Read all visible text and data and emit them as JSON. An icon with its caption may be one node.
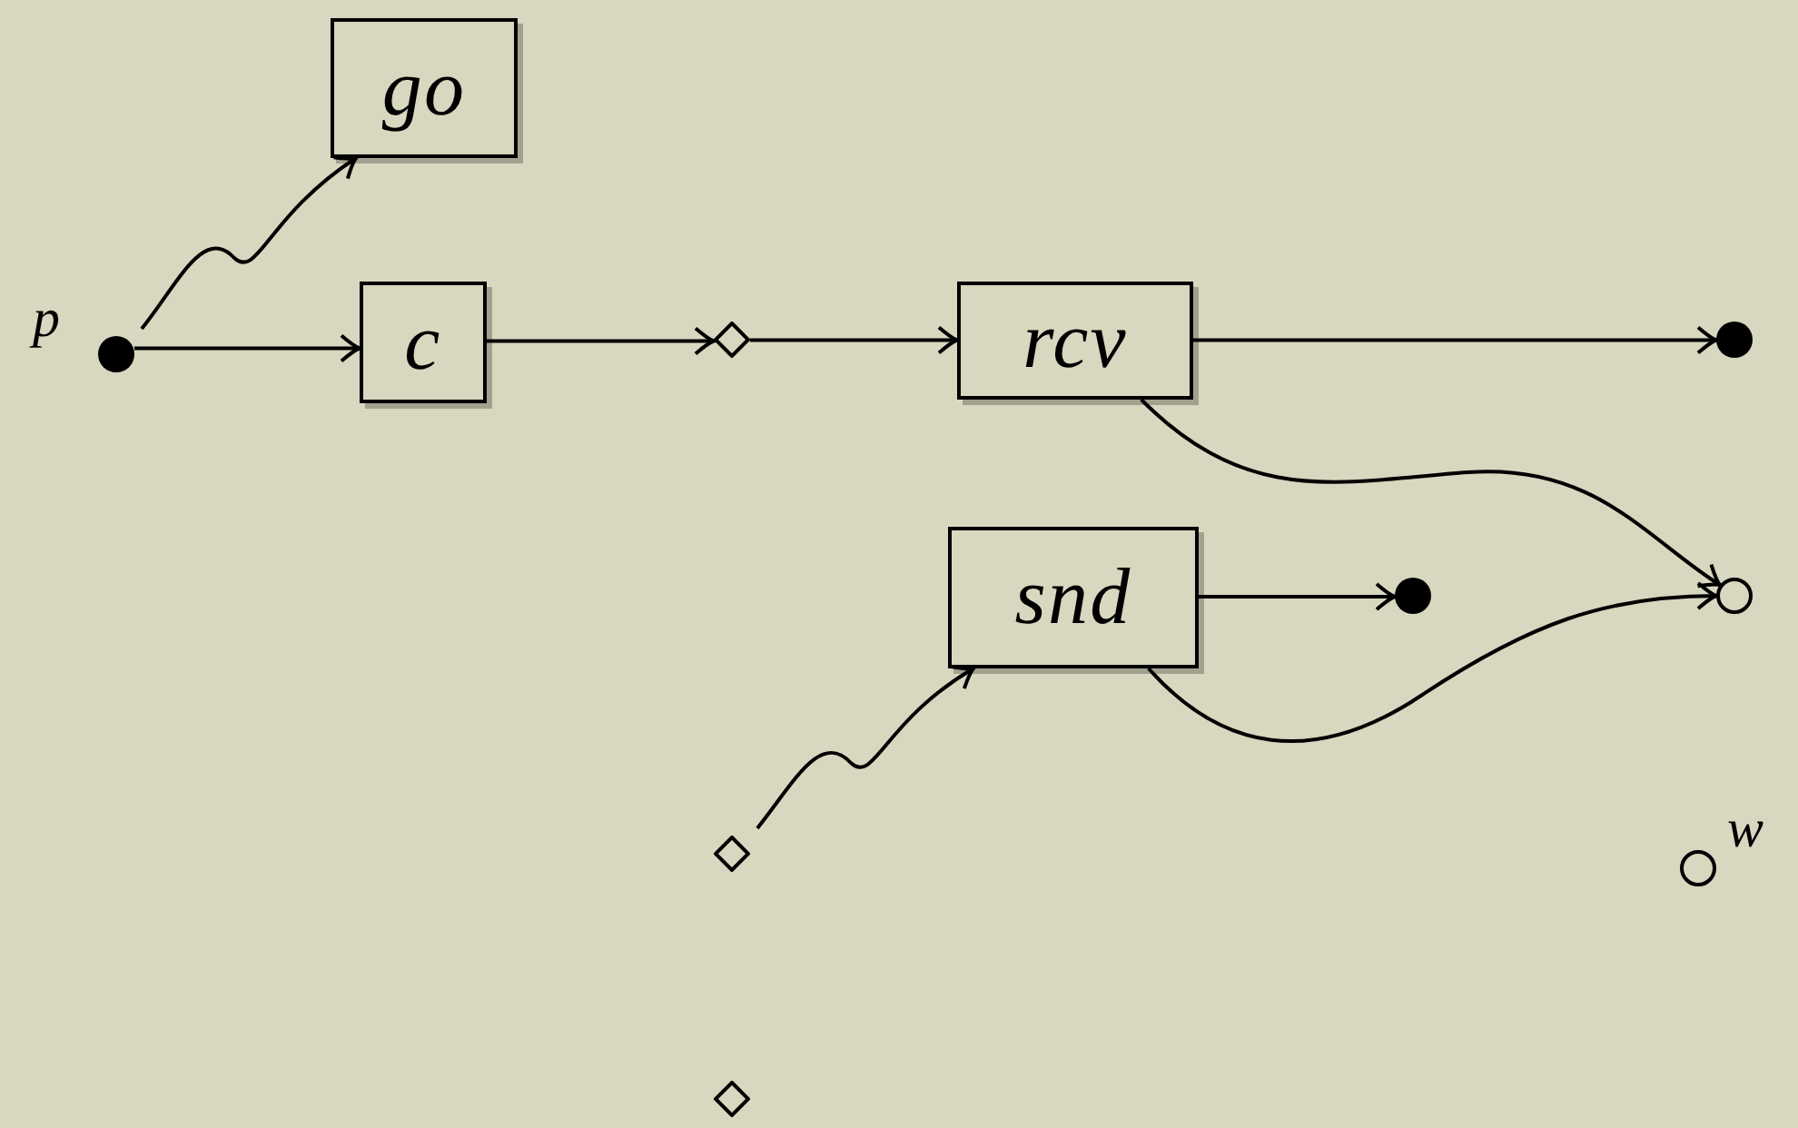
{
  "diagram": {
    "nodes": [
      {
        "text": [
          "go"
        ]
      },
      {
        "text": [],
        "shape": "dot",
        "beside": [
          "p"
        ]
      },
      {
        "text": [
          "c"
        ]
      },
      {
        "text": [],
        "shape": "diamond"
      },
      {
        "text": [
          "rcv"
        ]
      },
      {
        "text": [],
        "shape": "dot"
      },
      {
        "text": [
          "snd"
        ]
      },
      {
        "text": [],
        "shape": "dot"
      },
      {
        "text": [],
        "shape": "circle"
      },
      {
        "text": [],
        "shape": "diamond"
      },
      {
        "text": [],
        "shape": "circle",
        "beside": [
          "w"
        ]
      },
      {
        "text": [],
        "shape": "diamond"
      }
    ],
    "edges": [
      {
        "from": 1,
        "to": 0,
        "arrow": "to"
      },
      {
        "from": 1,
        "to": 2,
        "arrow": "to"
      },
      {
        "from": 2,
        "to": 3,
        "arrow": "to"
      },
      {
        "from": 3,
        "to": 4,
        "arrow": "to"
      },
      {
        "from": 4,
        "to": 5,
        "arrow": "to"
      },
      {
        "from": 4,
        "to": 8,
        "arrow": "to"
      },
      {
        "from": 6,
        "to": 7,
        "arrow": "to"
      },
      {
        "from": 6,
        "to": 8,
        "arrow": "to"
      },
      {
        "from": 9,
        "to": 6,
        "arrow": "to"
      }
    ]
  }
}
